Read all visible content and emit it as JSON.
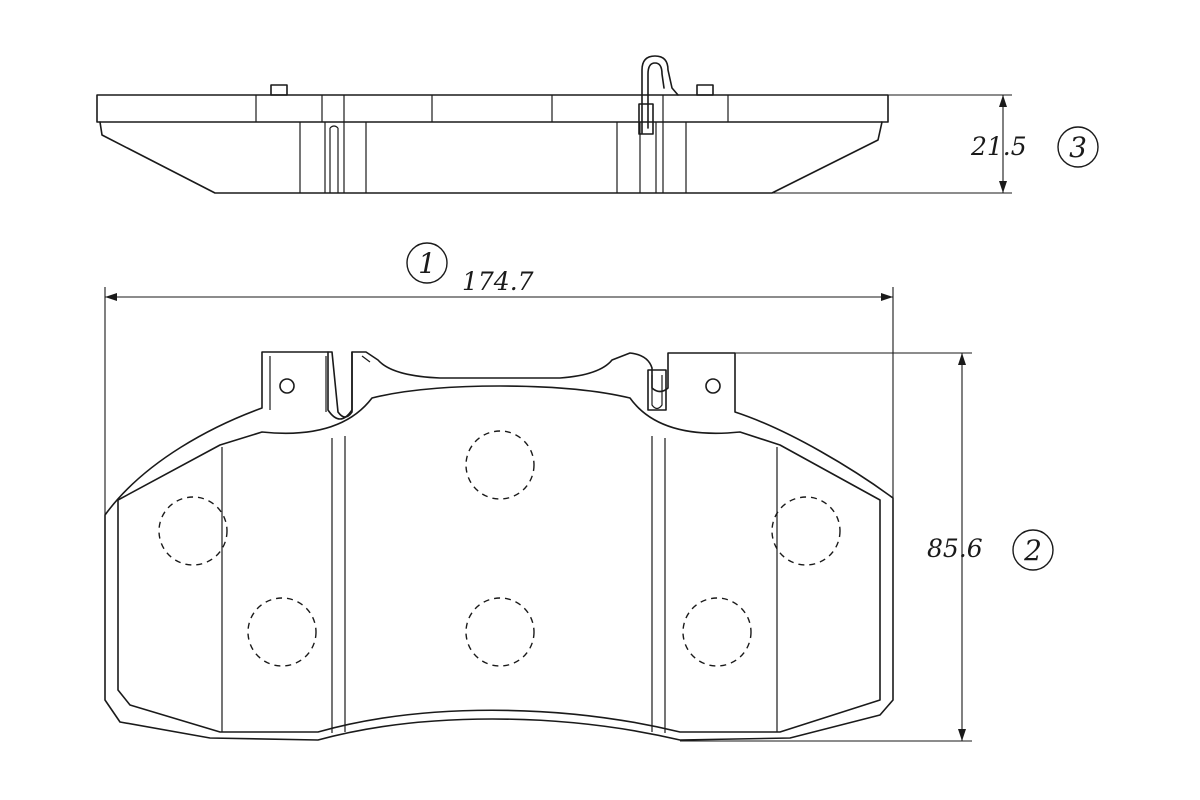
{
  "dimensions": {
    "width": {
      "value": "174.7",
      "marker": "1"
    },
    "height": {
      "value": "85.6",
      "marker": "2"
    },
    "thickness": {
      "value": "21.5",
      "marker": "3"
    }
  },
  "colors": {
    "line": "#1a1a1a",
    "background": "#ffffff"
  }
}
